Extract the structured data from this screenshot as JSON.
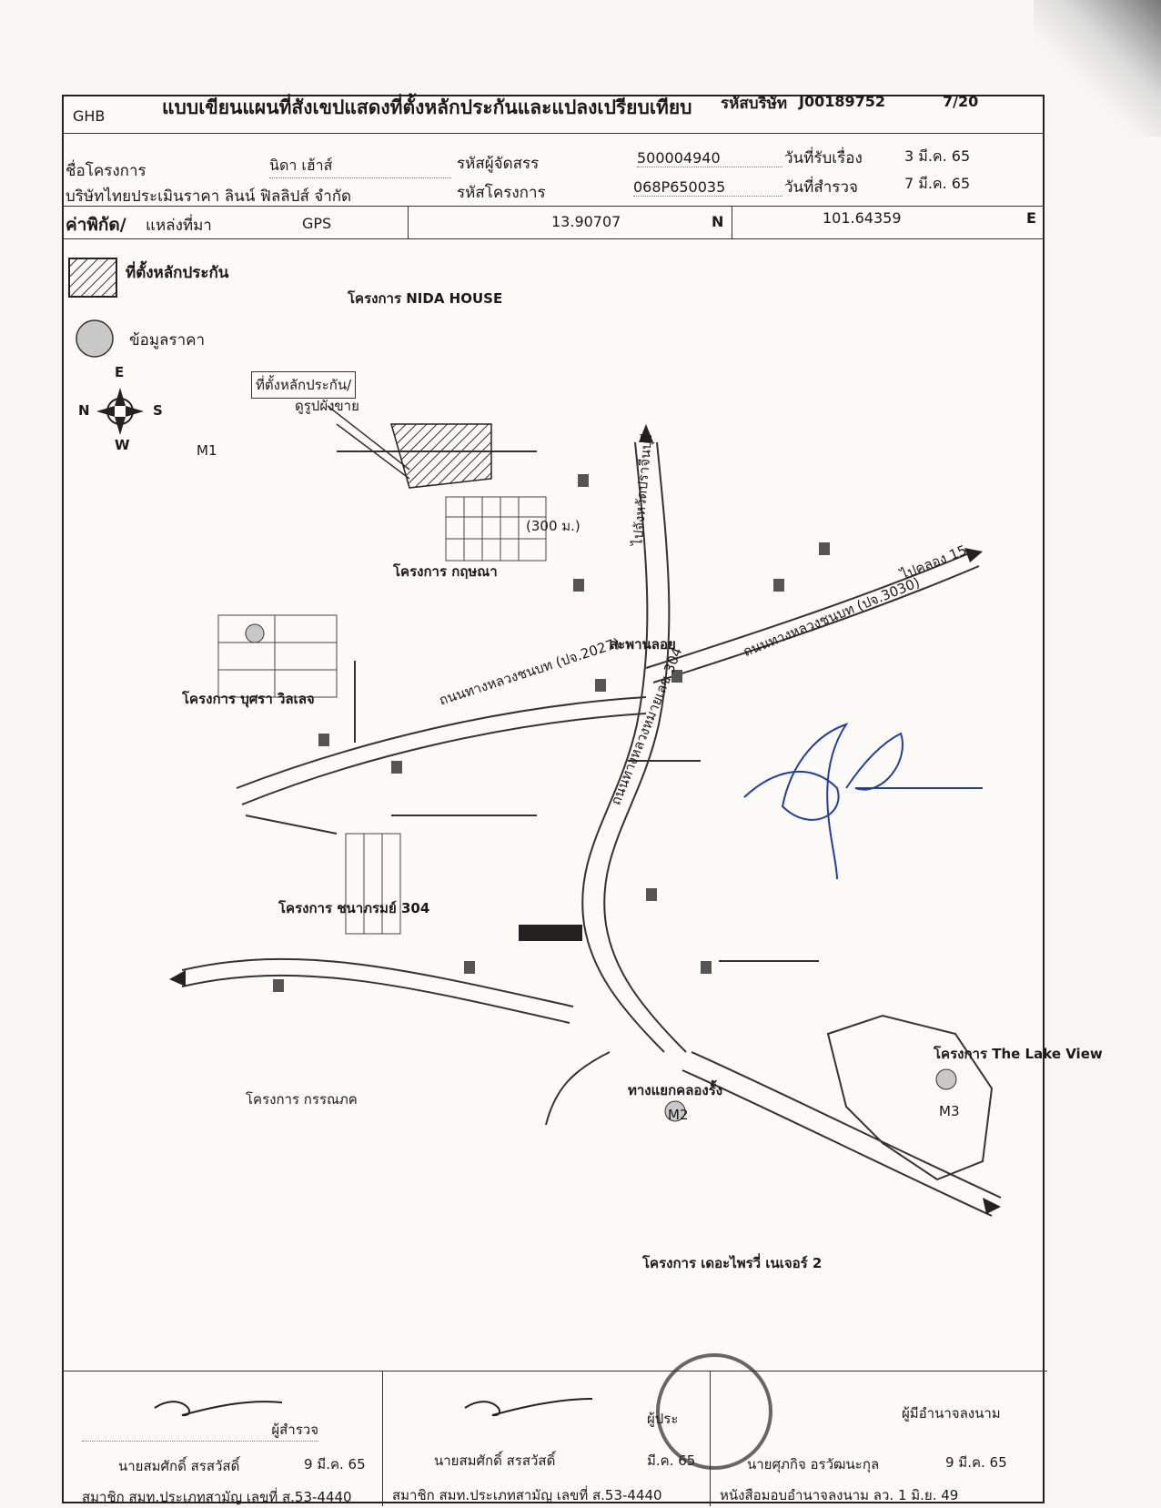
{
  "header": {
    "org": "GHB",
    "title": "แบบเขียนแผนที่สังเขปแสดงที่ตั้งหลักประกันและแปลงเปรียบเทียบ",
    "company_code_label": "รหัสบริษัท",
    "company_code": "J00189752",
    "page": "7/20"
  },
  "info": {
    "project_label": "ชื่อโครงการ",
    "project_name": "นิดา เฮ้าส์",
    "developer_code_label": "รหัสผู้จัดสรร",
    "developer_code": "500004940",
    "received_date_label": "วันที่รับเรื่อง",
    "received_date": "3 มี.ค. 65",
    "company_name": "บริษัทไทยประเมินราคา ลินน์ ฟิลลิปส์ จำกัด",
    "project_code_label": "รหัสโครงการ",
    "project_code": "068P650035",
    "survey_date_label": "วันที่สำรวจ",
    "survey_date": "7 มี.ค. 65"
  },
  "coords": {
    "label": "ค่าพิกัด/",
    "source_label": "แหล่งที่มา",
    "source": "GPS",
    "lat": "13.90707",
    "lat_unit": "N",
    "lon": "101.64359",
    "lon_unit": "E"
  },
  "legend": {
    "collateral": "ที่ตั้งหลักประกัน",
    "price_data": "ข้อมูลราคา"
  },
  "compass": {
    "n": "N",
    "s": "S",
    "e": "E",
    "w": "W"
  },
  "map_labels": {
    "nida": "โครงการ NIDA HOUSE",
    "collateral_tag": "ที่ตั้งหลักประกัน/",
    "collateral_tag2": "ดูรูปผังขาย",
    "kritsana": "โครงการ กฤษณา",
    "busara": "โครงการ บุศรา วิลเลจ",
    "road_2027": "ถนนทางหลวงชนบท (ปจ.2027)",
    "road_3030": "ถนนทางหลวงชนบท (ปจ.3030)",
    "hwy_304": "ถนนทางหลวงหมายเลข 304",
    "to_prachinburi": "ไปจังหวัดปราจีนบุรี",
    "dist_300": "(300 ม.)",
    "bridge": "สะพานลอย",
    "to_khlong15": "ไปคลอง 15",
    "chanarom": "โครงการ ชนาภรมย์ 304",
    "lake_view": "โครงการ The Lake View",
    "khlong_rang_jct": "ทางแยกคลองรั้ง",
    "supalai": "โครงการ เดอะไพรวี่ เนเจอร์ 2",
    "kornok": "โครงการ กรรณภค",
    "m1": "M1",
    "m2": "M2",
    "m3": "M3"
  },
  "signatures": {
    "surveyor_title": "ผู้สำรวจ",
    "surveyor_name": "นายสมศักดิ์  สรสวัสดิ์",
    "surveyor_date": "9 มี.ค. 65",
    "member_left": "สมาชิก สมท.ประเภทสามัญ เลขที่ ส.53-4440",
    "reviewer_name": "นายสมศักดิ์  สรสวัสดิ์",
    "member_mid": "สมาชิก สมท.ประเภทสามัญ เลขที่ ส.53-4440",
    "reviewer_prefix": "ผู้ประ",
    "reviewer_date": "มี.ค. 65",
    "approver_title": "ผู้มีอำนาจลงนาม",
    "approver_name": "นายศุภกิจ  อรวัฒนะกุล",
    "approver_date": "9 มี.ค. 65",
    "approver_auth": "หนังสือมอบอำนาจลงนาม  ลว. 1 มิ.ย. 49"
  }
}
